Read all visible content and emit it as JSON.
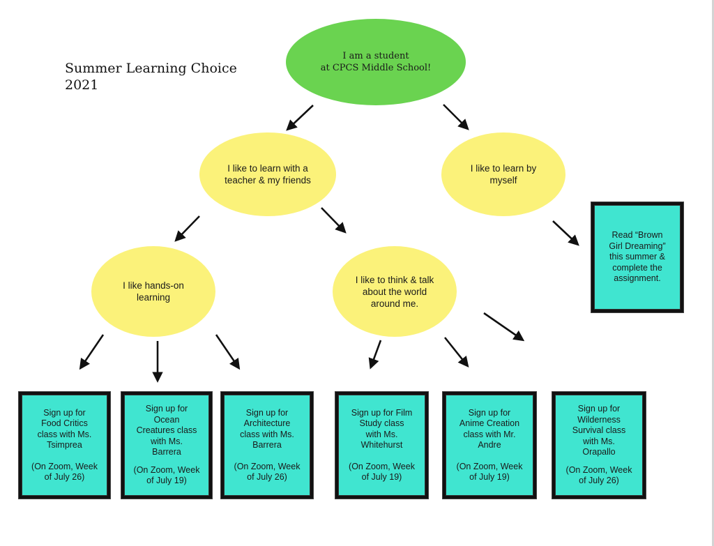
{
  "title": "Summer Learning Choice\n2021",
  "colors": {
    "root_fill": "#6ad350",
    "choice_fill": "#fbf27a",
    "card_fill": "#40e5d0",
    "card_border": "#111111",
    "arrow": "#111111"
  },
  "root": {
    "text": "I am a student\nat CPCS Middle School!"
  },
  "level1": {
    "with_others": "I like to learn with a\nteacher & my friends",
    "by_myself": "I like to learn by\nmyself"
  },
  "level2": {
    "hands_on": "I like hands-on\nlearning",
    "think_talk": "I like to think & talk\nabout the world\naround me."
  },
  "independent_card": {
    "text": "Read “Brown\nGirl Dreaming”\nthis summer &\ncomplete the\nassignment."
  },
  "class_cards": [
    {
      "text": "Sign up for\nFood Critics\nclass with Ms.\nTsimprea",
      "when": "(On Zoom, Week\nof July 26)"
    },
    {
      "text": "Sign up for\nOcean\nCreatures class\nwith Ms.\nBarrera",
      "when": "(On Zoom, Week\nof July 19)"
    },
    {
      "text": "Sign up for\nArchitecture\nclass with Ms.\nBarrera",
      "when": "(On Zoom, Week\nof July 26)"
    },
    {
      "text": "Sign up for Film\nStudy class\nwith Ms.\nWhitehurst",
      "when": "(On Zoom, Week\nof July 19)"
    },
    {
      "text": "Sign up for\nAnime Creation\nclass with Mr.\nAndre",
      "when": "(On Zoom, Week\nof July 19)"
    },
    {
      "text": "Sign up for\nWilderness\nSurvival class\nwith Ms.\nOrapallo",
      "when": "(On Zoom, Week\nof July 26)"
    }
  ]
}
